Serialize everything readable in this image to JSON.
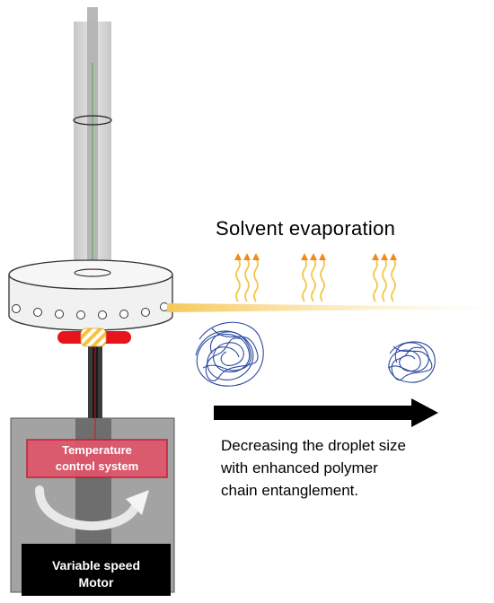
{
  "labels": {
    "solvent": "Solvent evaporation",
    "description": "Decreasing the droplet size\nwith enhanced polymer\nchain entanglement.",
    "temperature": "Temperature\ncontrol system",
    "motor": "Variable speed\nMotor"
  },
  "colors": {
    "tube": "#cfcfcf",
    "needle": "#7fb07a",
    "spinneret": "#f2f2f2",
    "heater": "#e8141c",
    "heater_stripe": "#f5c242",
    "control_box": "#e0556a",
    "housing": "#9a9a9a",
    "motor_base": "#000000",
    "jet": "#f7d67a",
    "vapor": "#f4a81c",
    "polymer": "#2b4aa0",
    "arrow": "#000000"
  },
  "icons": {
    "vapor": "vapor-arrow-icon",
    "rotation": "rotation-arrow-icon",
    "direction": "process-arrow-icon",
    "polymer": "polymer-coil-icon"
  }
}
